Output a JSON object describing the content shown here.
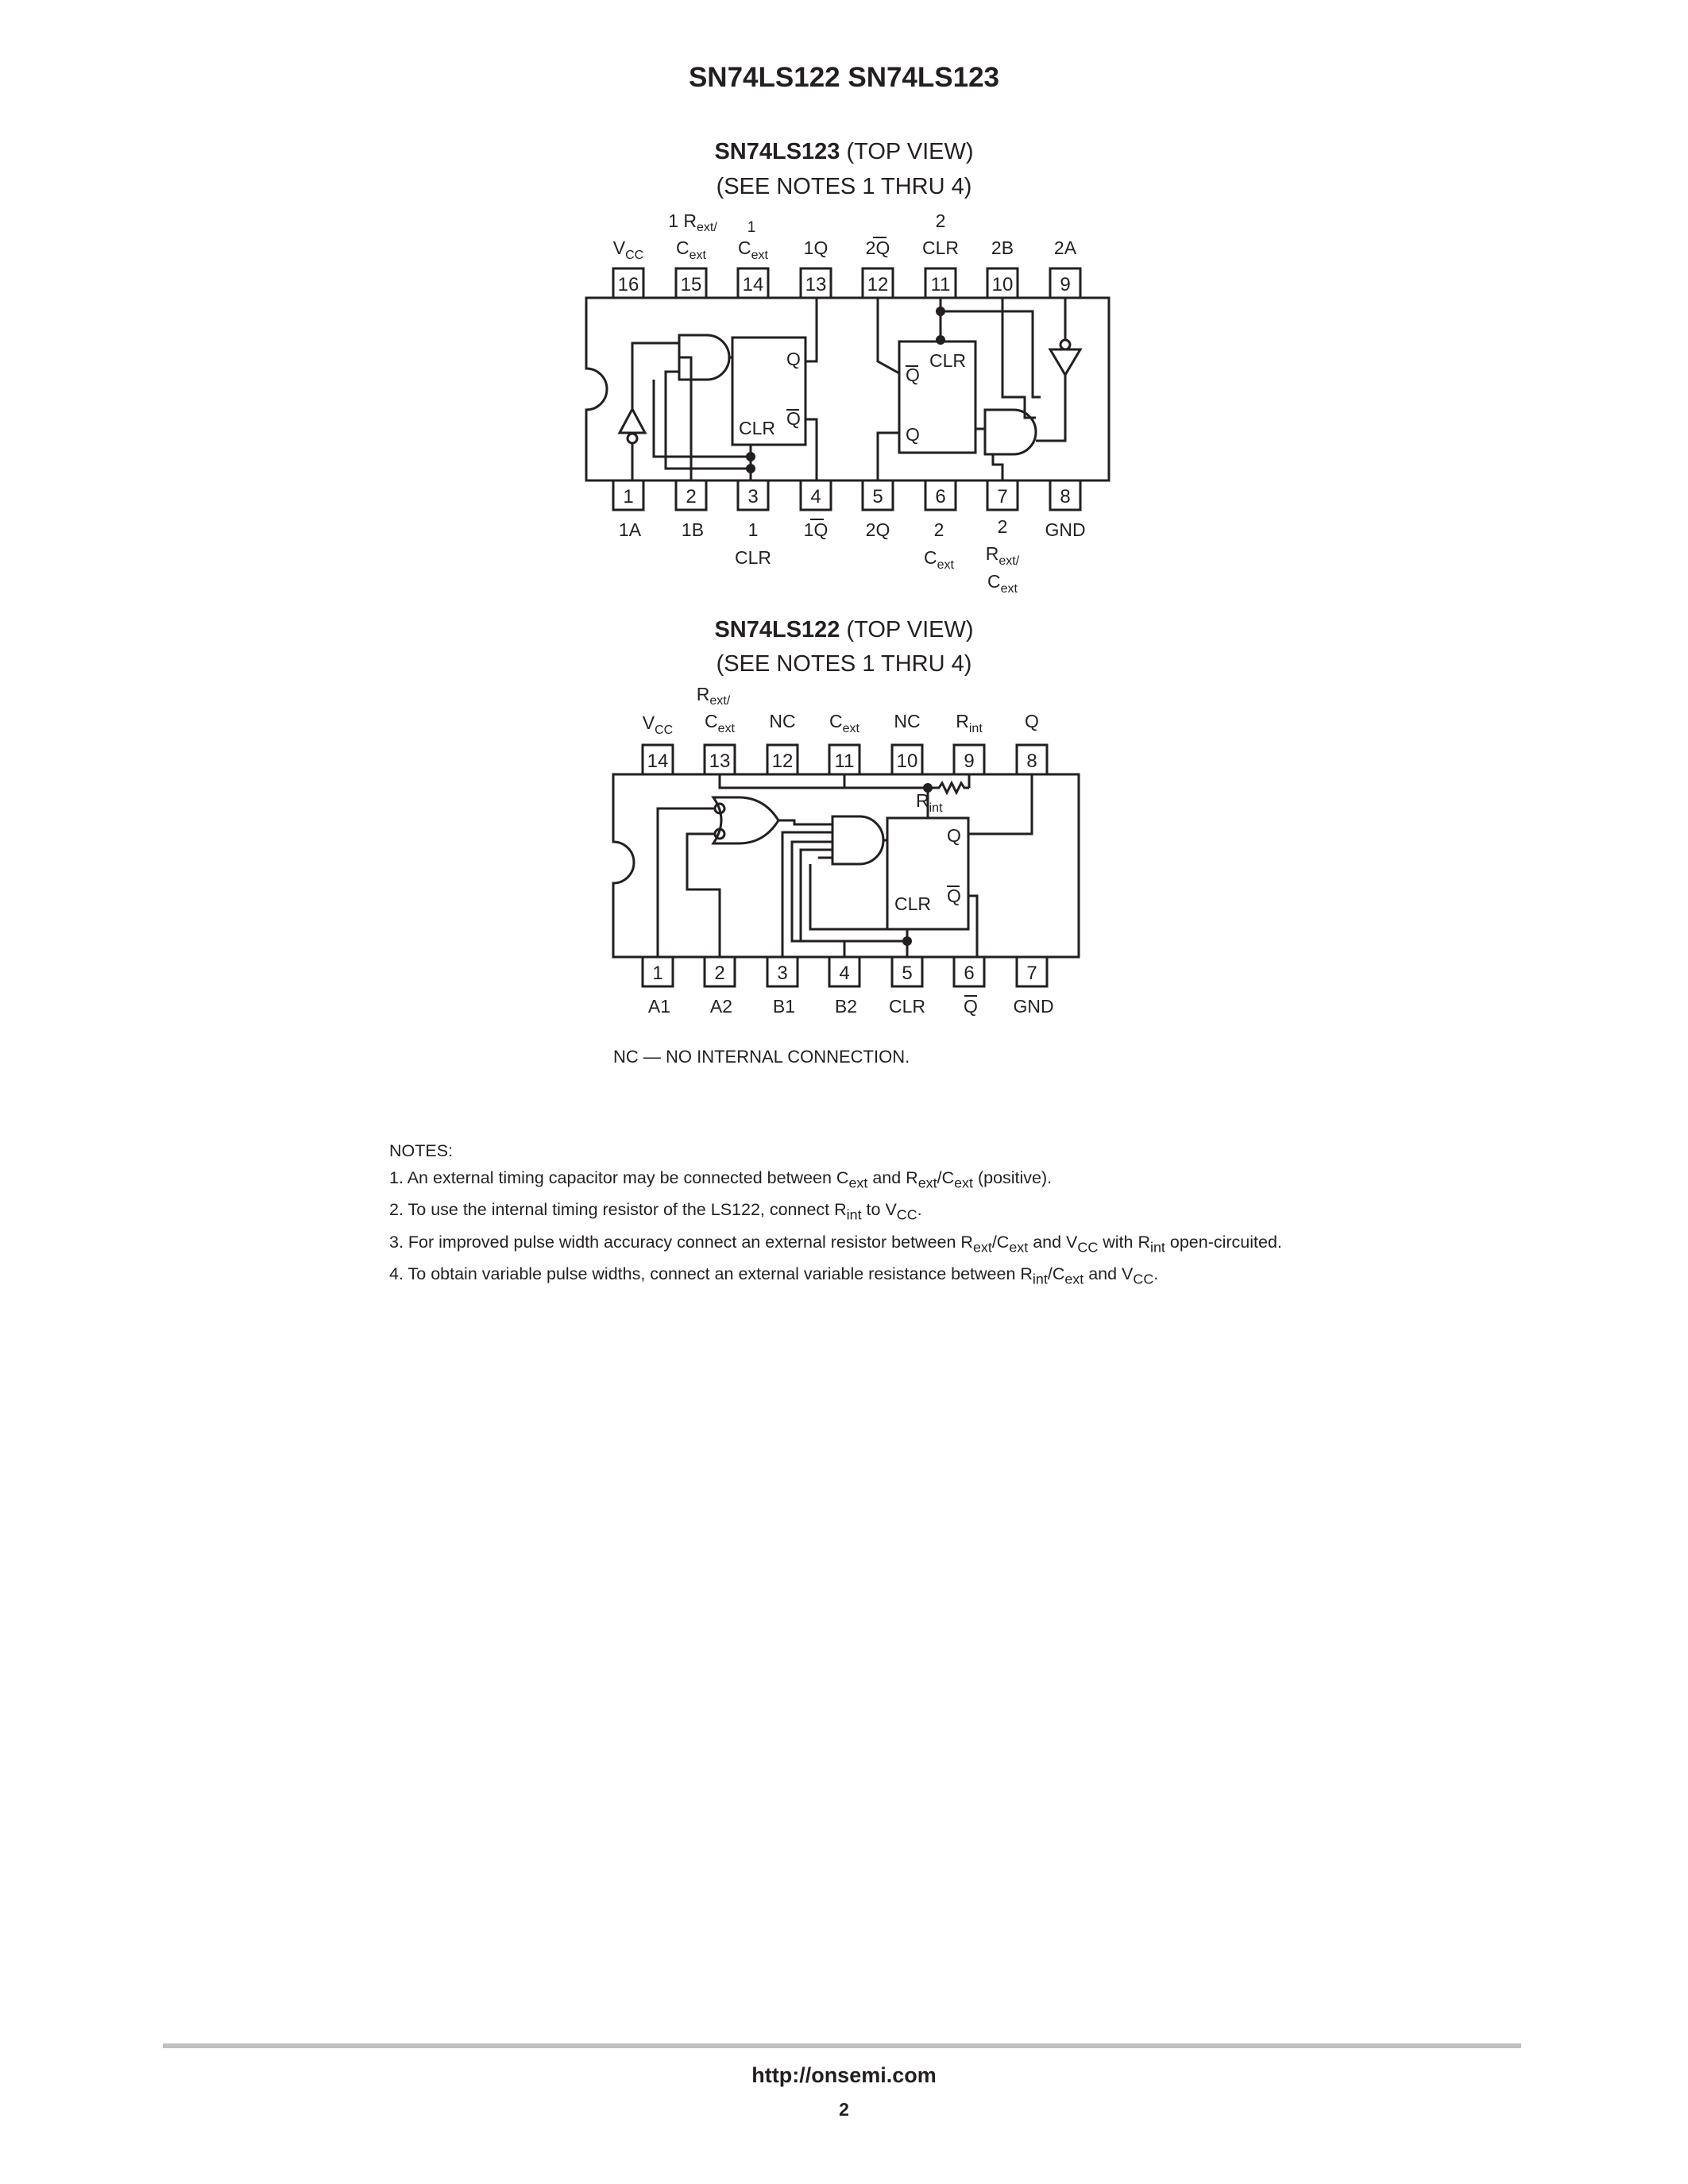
{
  "page": {
    "title": "SN74LS122 SN74LS123",
    "footer_url": "http://onsemi.com",
    "page_number": "2"
  },
  "ls123": {
    "name": "SN74LS123",
    "view": "(TOP VIEW)",
    "notes_ref": "(SEE NOTES 1 THRU 4)",
    "top_pins": [
      "16",
      "15",
      "14",
      "13",
      "12",
      "11",
      "10",
      "9"
    ],
    "bottom_pins": [
      "1",
      "2",
      "3",
      "4",
      "5",
      "6",
      "7",
      "8"
    ],
    "labels": {
      "vcc": "V",
      "vcc_sub": "CC",
      "p15_a": "1 R",
      "p15_a_sub": "ext/",
      "p15_b": "C",
      "p15_b_sub": "ext",
      "p14_a": "1",
      "p14_b": "C",
      "p14_b_sub": "ext",
      "p13": "1Q",
      "p12": "2Q",
      "p11_a": "2",
      "p11_b": "CLR",
      "p10": "2B",
      "p9": "2A",
      "p1": "1A",
      "p2": "1B",
      "p3_a": "1",
      "p3_b": "CLR",
      "p4": "1Q",
      "p5": "2Q",
      "p6_a": "2",
      "p6_b": "C",
      "p6_b_sub": "ext",
      "p7_a": "2",
      "p7_b": "R",
      "p7_b_sub": "ext/",
      "p7_c": "C",
      "p7_c_sub": "ext",
      "p8": "GND"
    },
    "ff_labels": {
      "q": "Q",
      "qbar": "Q",
      "clr": "CLR"
    }
  },
  "ls122": {
    "name": "SN74LS122",
    "view": "(TOP VIEW)",
    "notes_ref": "(SEE NOTES 1 THRU 4)",
    "top_pins": [
      "14",
      "13",
      "12",
      "11",
      "10",
      "9",
      "8"
    ],
    "bottom_pins": [
      "1",
      "2",
      "3",
      "4",
      "5",
      "6",
      "7"
    ],
    "labels": {
      "vcc": "V",
      "vcc_sub": "CC",
      "p13_a": "R",
      "p13_a_sub": "ext/",
      "p13_b": "C",
      "p13_b_sub": "ext",
      "p12": "NC",
      "p11": "C",
      "p11_sub": "ext",
      "p10": "NC",
      "p9": "R",
      "p9_sub": "int",
      "p8": "Q",
      "p1": "A1",
      "p2": "A2",
      "p3": "B1",
      "p4": "B2",
      "p5": "CLR",
      "p6": "Q",
      "p7": "GND"
    },
    "rint": {
      "main": "R",
      "sub": "int"
    },
    "ff_labels": {
      "q": "Q",
      "qbar": "Q",
      "clr": "CLR"
    },
    "nc_note": "NC — NO INTERNAL CONNECTION."
  },
  "notes": {
    "heading": "NOTES:",
    "n1": {
      "a": "1. An external timing capacitor may be connected between C",
      "b": "ext",
      "c": " and R",
      "d": "ext",
      "e": "/C",
      "f": "ext",
      "g": " (positive)."
    },
    "n2": {
      "a": "2. To use the internal timing resistor of the LS122, connect R",
      "b": "int",
      "c": " to V",
      "d": "CC",
      "e": "."
    },
    "n3": {
      "a": "3. For improved pulse width accuracy connect an external resistor between R",
      "b": "ext",
      "c": "/C",
      "d": "ext",
      "e": " and V",
      "f": "CC",
      "g": " with R",
      "h": "int",
      "i": " open-circuited."
    },
    "n4": {
      "a": "4. To obtain variable pulse widths, connect an external variable resistance between R",
      "b": "int",
      "c": "/C",
      "d": "ext",
      "e": " and V",
      "f": "CC",
      "g": "."
    }
  }
}
